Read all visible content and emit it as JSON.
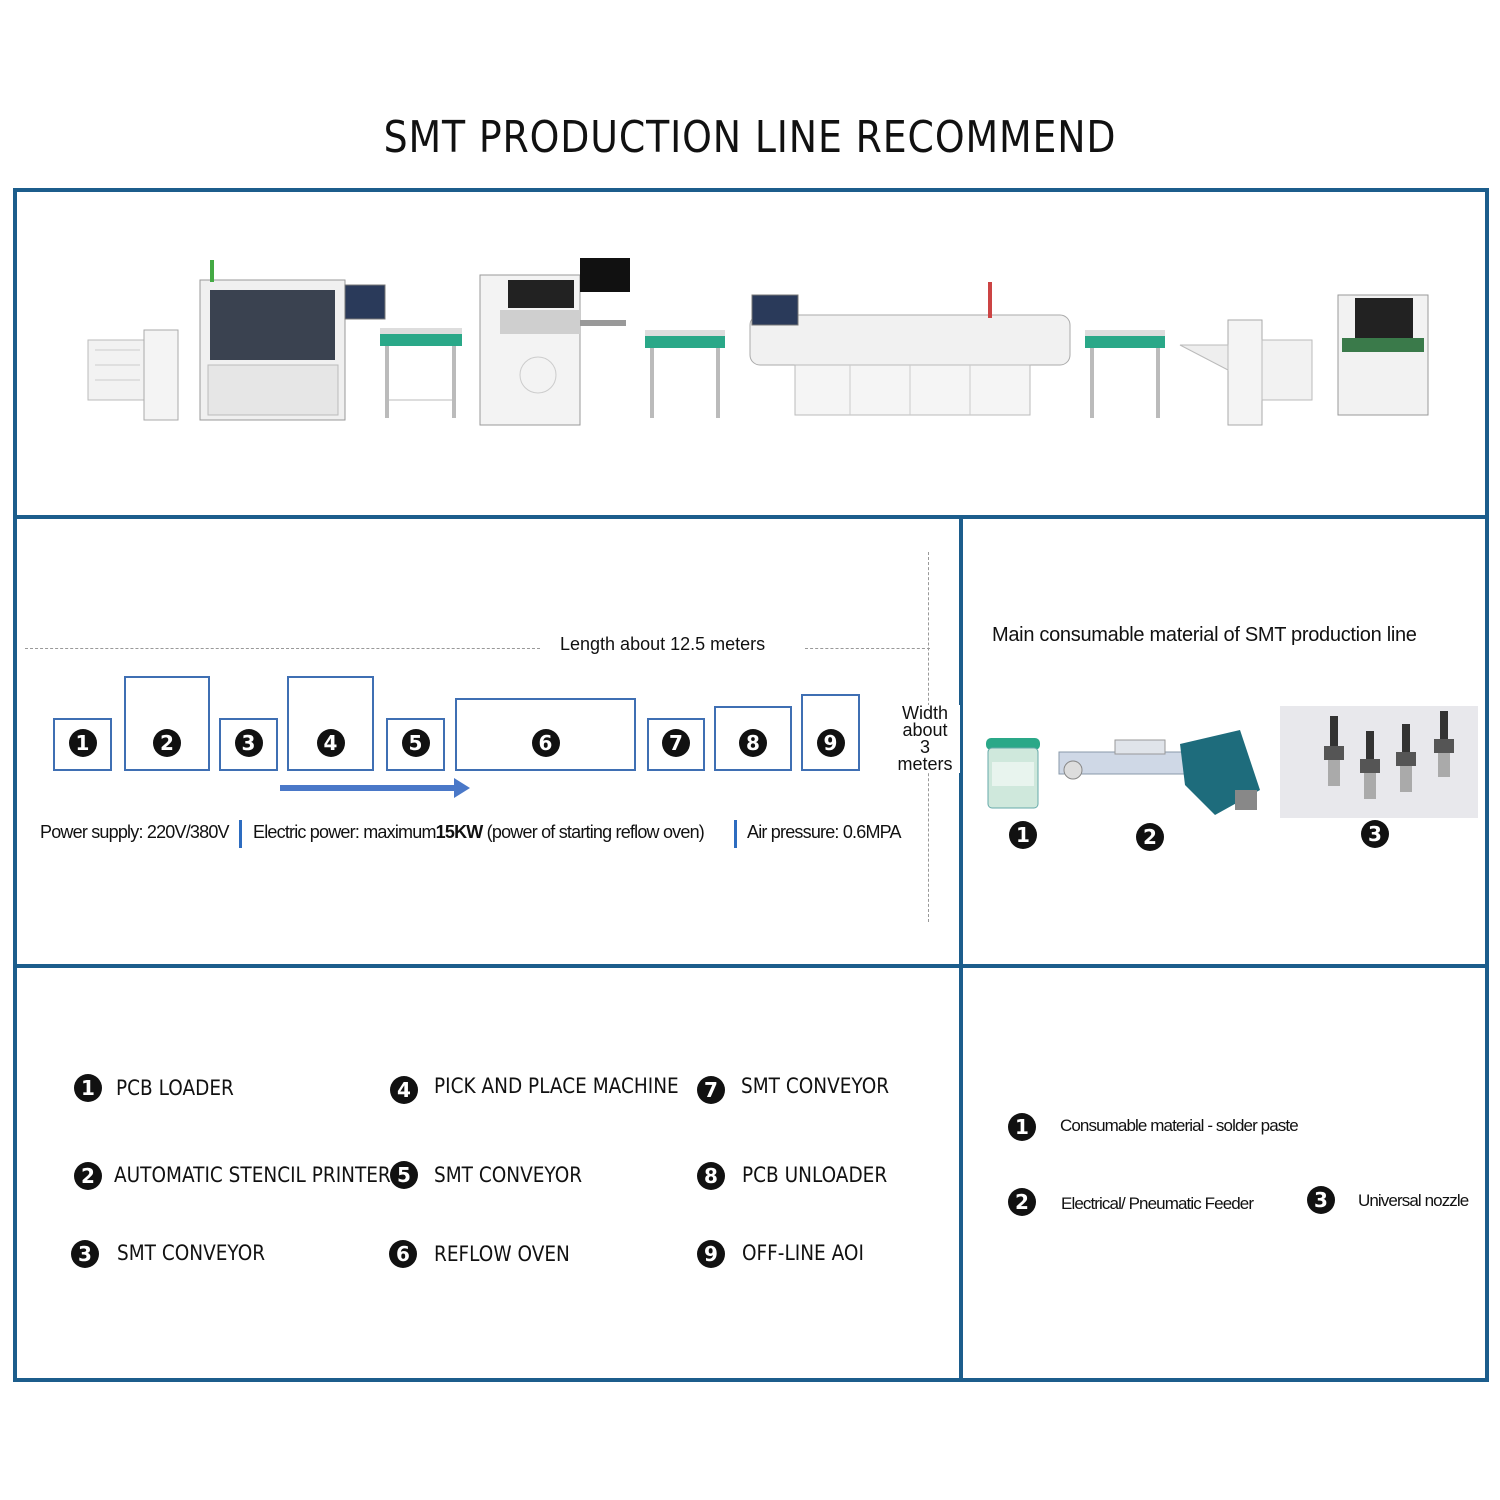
{
  "title": "SMT PRODUCTION LINE RECOMMEND",
  "layout_section": {
    "length_label": "Length about 12.5 meters",
    "width_label_lines": [
      "Width",
      "about",
      "3 meters"
    ],
    "boxes": [
      "1",
      "2",
      "3",
      "4",
      "5",
      "6",
      "7",
      "8",
      "9"
    ],
    "specs": {
      "power_supply": "Power supply: 220V/380V",
      "electric_prefix": "Electric power:  maximum",
      "electric_bold": "15KW",
      "electric_suffix": " (power of starting reflow oven)",
      "air_pressure": "Air pressure: 0.6MPA"
    }
  },
  "consumables_section": {
    "heading": "Main consumable material of SMT production line",
    "photo_badges": [
      "1",
      "2",
      "3"
    ]
  },
  "legend": [
    {
      "num": "1",
      "label": "PCB LOADER"
    },
    {
      "num": "2",
      "label": "AUTOMATIC STENCIL PRINTER"
    },
    {
      "num": "3",
      "label": "SMT CONVEYOR"
    },
    {
      "num": "4",
      "label": "PICK AND PLACE MACHINE"
    },
    {
      "num": "5",
      "label": "SMT CONVEYOR"
    },
    {
      "num": "6",
      "label": "REFLOW OVEN"
    },
    {
      "num": "7",
      "label": "SMT CONVEYOR"
    },
    {
      "num": "8",
      "label": "PCB UNLOADER"
    },
    {
      "num": "9",
      "label": "OFF-LINE AOI"
    }
  ],
  "consumables_legend": [
    {
      "num": "1",
      "label": "Consumable material - solder paste"
    },
    {
      "num": "2",
      "label": "Electrical/ Pneumatic Feeder"
    },
    {
      "num": "3",
      "label": "Universal nozzle"
    }
  ],
  "colors": {
    "frame": "#1c5d8c",
    "box": "#3f6fb3",
    "arrow": "#4a78c8",
    "separator": "#2d6cc0"
  }
}
